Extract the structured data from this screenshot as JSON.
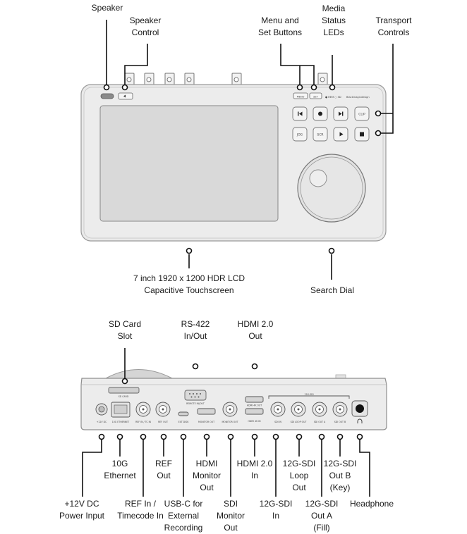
{
  "front_view": {
    "labels": {
      "speaker": [
        "Speaker"
      ],
      "speaker_control": [
        "Speaker",
        "Control"
      ],
      "menu_set": [
        "Menu and",
        "Set Buttons"
      ],
      "media_leds": [
        "Media",
        "Status",
        "LEDs"
      ],
      "transport": [
        "Transport",
        "Controls"
      ],
      "lcd": [
        "7 inch 1920 x 1200 HDR LCD",
        "Capacitive Touchscreen"
      ],
      "search_dial": [
        "Search Dial"
      ]
    },
    "device_text": {
      "menu": "MENU",
      "set": "SET",
      "led_labels": "● REM  ○ SD",
      "brand": "Blackmagicdesign",
      "clip": "CLIP",
      "jog": "JOG",
      "scr": "SCR"
    },
    "icons": [
      "speaker-grille",
      "mute-icon",
      "prev-icon",
      "record-icon",
      "next-icon",
      "play-icon",
      "stop-icon"
    ]
  },
  "rear_view": {
    "labels": {
      "sd_card": [
        "SD Card",
        "Slot"
      ],
      "rs422": [
        "RS-422",
        "In/Out"
      ],
      "hdmi20_out": [
        "HDMI 2.0",
        "Out"
      ],
      "power": [
        "+12V DC",
        "Power Input"
      ],
      "ethernet": [
        "10G",
        "Ethernet"
      ],
      "ref_in": [
        "REF In /",
        "Timecode In"
      ],
      "ref_out": [
        "REF",
        "Out"
      ],
      "usbc": [
        "USB-C for",
        "External",
        "Recording"
      ],
      "hdmi_mon": [
        "HDMI",
        "Monitor",
        "Out"
      ],
      "sdi_mon": [
        "SDI",
        "Monitor",
        "Out"
      ],
      "hdmi20_in": [
        "HDMI 2.0",
        "In"
      ],
      "sdi_in": [
        "12G-SDI",
        "In"
      ],
      "sdi_loop": [
        "12G-SDI",
        "Loop",
        "Out"
      ],
      "sdi_out_a": [
        "12G-SDI",
        "Out A",
        "(Fill)"
      ],
      "sdi_out_b": [
        "12G-SDI",
        "Out B",
        "(Key)"
      ],
      "headphone": [
        "Headphone"
      ]
    },
    "device_text": {
      "sd_card": "SD CARD",
      "remote": "REMOTE IN/OUT",
      "hdmi4k_out": "HDMI 4K OUT",
      "hdmi4k_in": "HDMI 4K IN",
      "twelve_g_sdi": "12G-SDI",
      "dc": "+12V DC",
      "eth": "10G ETHERNET",
      "ref_in": "REF IN / TC IN",
      "ref_out": "REF OUT",
      "ext_disk": "EXT DISK",
      "monitor_out": "MONITOR OUT",
      "sdi_mon": "MONITOR OUT",
      "sdi_in": "SDI IN",
      "sdi_loop": "SDI LOOP OUT",
      "sdi_a": "SDI OUT A",
      "sdi_b": "SDI OUT B"
    }
  }
}
